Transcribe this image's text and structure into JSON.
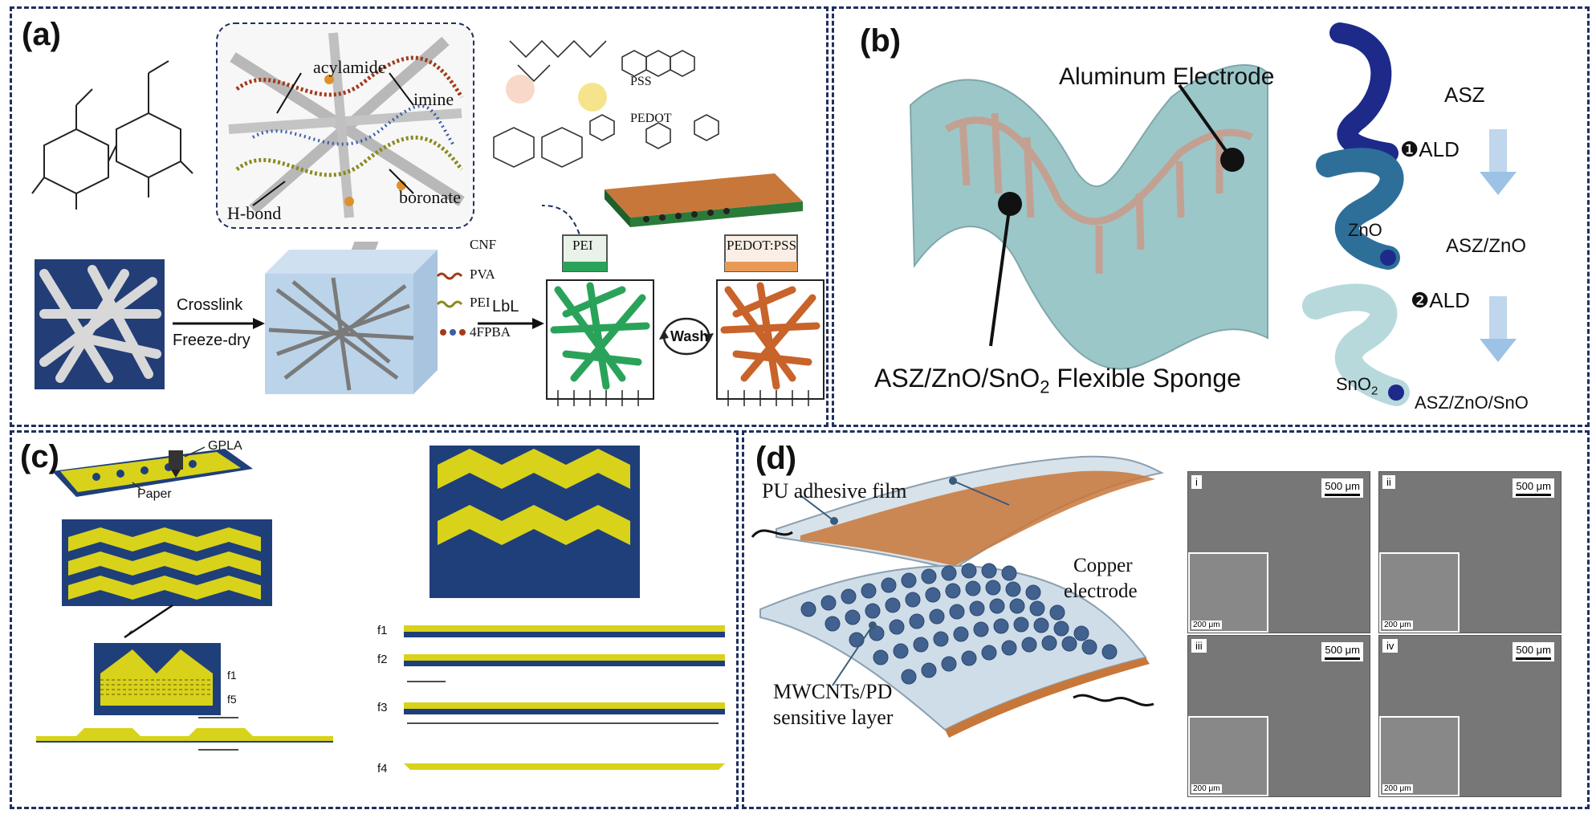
{
  "panel_a": {
    "label": "(a)",
    "bonds": {
      "acylamide": "acylamide",
      "imine": "imine",
      "boronate": "boronate",
      "hbond": "H-bond"
    },
    "polymers": {
      "pss": "PSS",
      "pedot": "PEDOT",
      "pei": "PEI",
      "pedot_pss": "PEDOT:PSS"
    },
    "steps": {
      "crosslink": "Crosslink",
      "freeze_dry": "Freeze-dry",
      "lbl": "LbL",
      "wash": "Wash"
    },
    "legend": [
      "CNF",
      "PVA",
      "PEI",
      "4FPBA"
    ]
  },
  "panel_b": {
    "label": "(b)",
    "electrode": "Aluminum Electrode",
    "sponge_prefix": "ASZ/ZnO/SnO",
    "sponge_sub": "2",
    "sponge_suffix": " Flexible Sponge",
    "asz": "ASZ",
    "ald1": "❶ALD",
    "zno": "ZnO",
    "asz_zno": "ASZ/ZnO",
    "ald2": "❷ALD",
    "sno_prefix": "SnO",
    "sno_sub": "2",
    "asz_zno_sno": "ASZ/ZnO/SnO"
  },
  "panel_c": {
    "label": "(c)",
    "gpla": "GPLA",
    "paper": "Paper",
    "f1": "f1",
    "f5": "f5",
    "f1b": "f1",
    "f2": "f2",
    "f3": "f3",
    "f4": "f4"
  },
  "panel_d": {
    "label": "(d)",
    "pu_film": "PU adhesive film",
    "copper_1": "Copper",
    "copper_2": "electrode",
    "mw_1": "MWCNTs/PD",
    "mw_2": "sensitive layer",
    "sem": [
      {
        "tag": "i",
        "scale": "500 μm",
        "inset_scale": "200 μm"
      },
      {
        "tag": "ii",
        "scale": "500 μm",
        "inset_scale": "200 μm"
      },
      {
        "tag": "iii",
        "scale": "500 μm",
        "inset_scale": "200 μm"
      },
      {
        "tag": "iv",
        "scale": "500 μm",
        "inset_scale": "200 μm"
      }
    ]
  },
  "colors": {
    "border": "#1f2f5e",
    "navy": "#1f3f7a",
    "gold": "#d9d21a",
    "teal_sponge": "#9cc7c9",
    "copper": "#c8773a",
    "green": "#2aa35a"
  }
}
